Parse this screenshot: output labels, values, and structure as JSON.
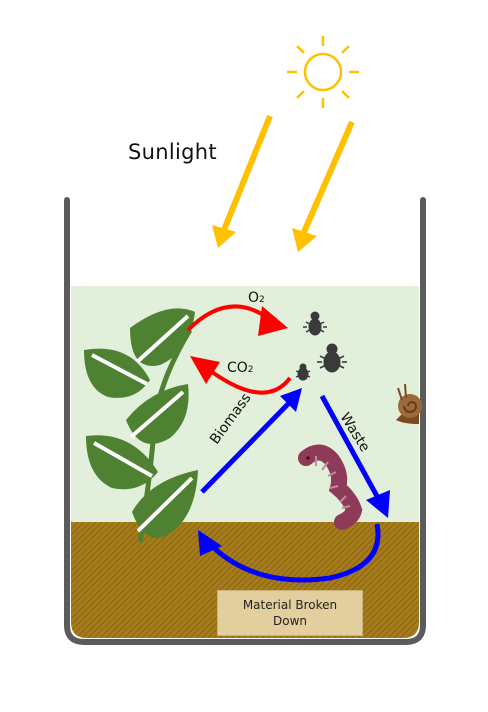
{
  "labels": {
    "sunlight": "Sunlight",
    "o2_base": "O",
    "o2_sub": "2",
    "co2_base": "CO",
    "co2_sub": "2",
    "biomass": "Biomass",
    "waste": "Waste",
    "material_line1": "Material Broken",
    "material_line2": "Down"
  },
  "colors": {
    "sun": "#ffc000",
    "water_bg": "#e2efda",
    "soil": "#a67c1c",
    "container": "#5b5b5b",
    "leaf": "#4e8132",
    "red_arrow": "#ff0000",
    "blue_arrow": "#0000ff",
    "worm": "#8e3a59",
    "snail": "#7a4a20",
    "insect": "#3a3a3a"
  },
  "icons": [
    "sun-icon",
    "plant-icon",
    "insect-icon",
    "worm-icon",
    "snail-icon"
  ]
}
